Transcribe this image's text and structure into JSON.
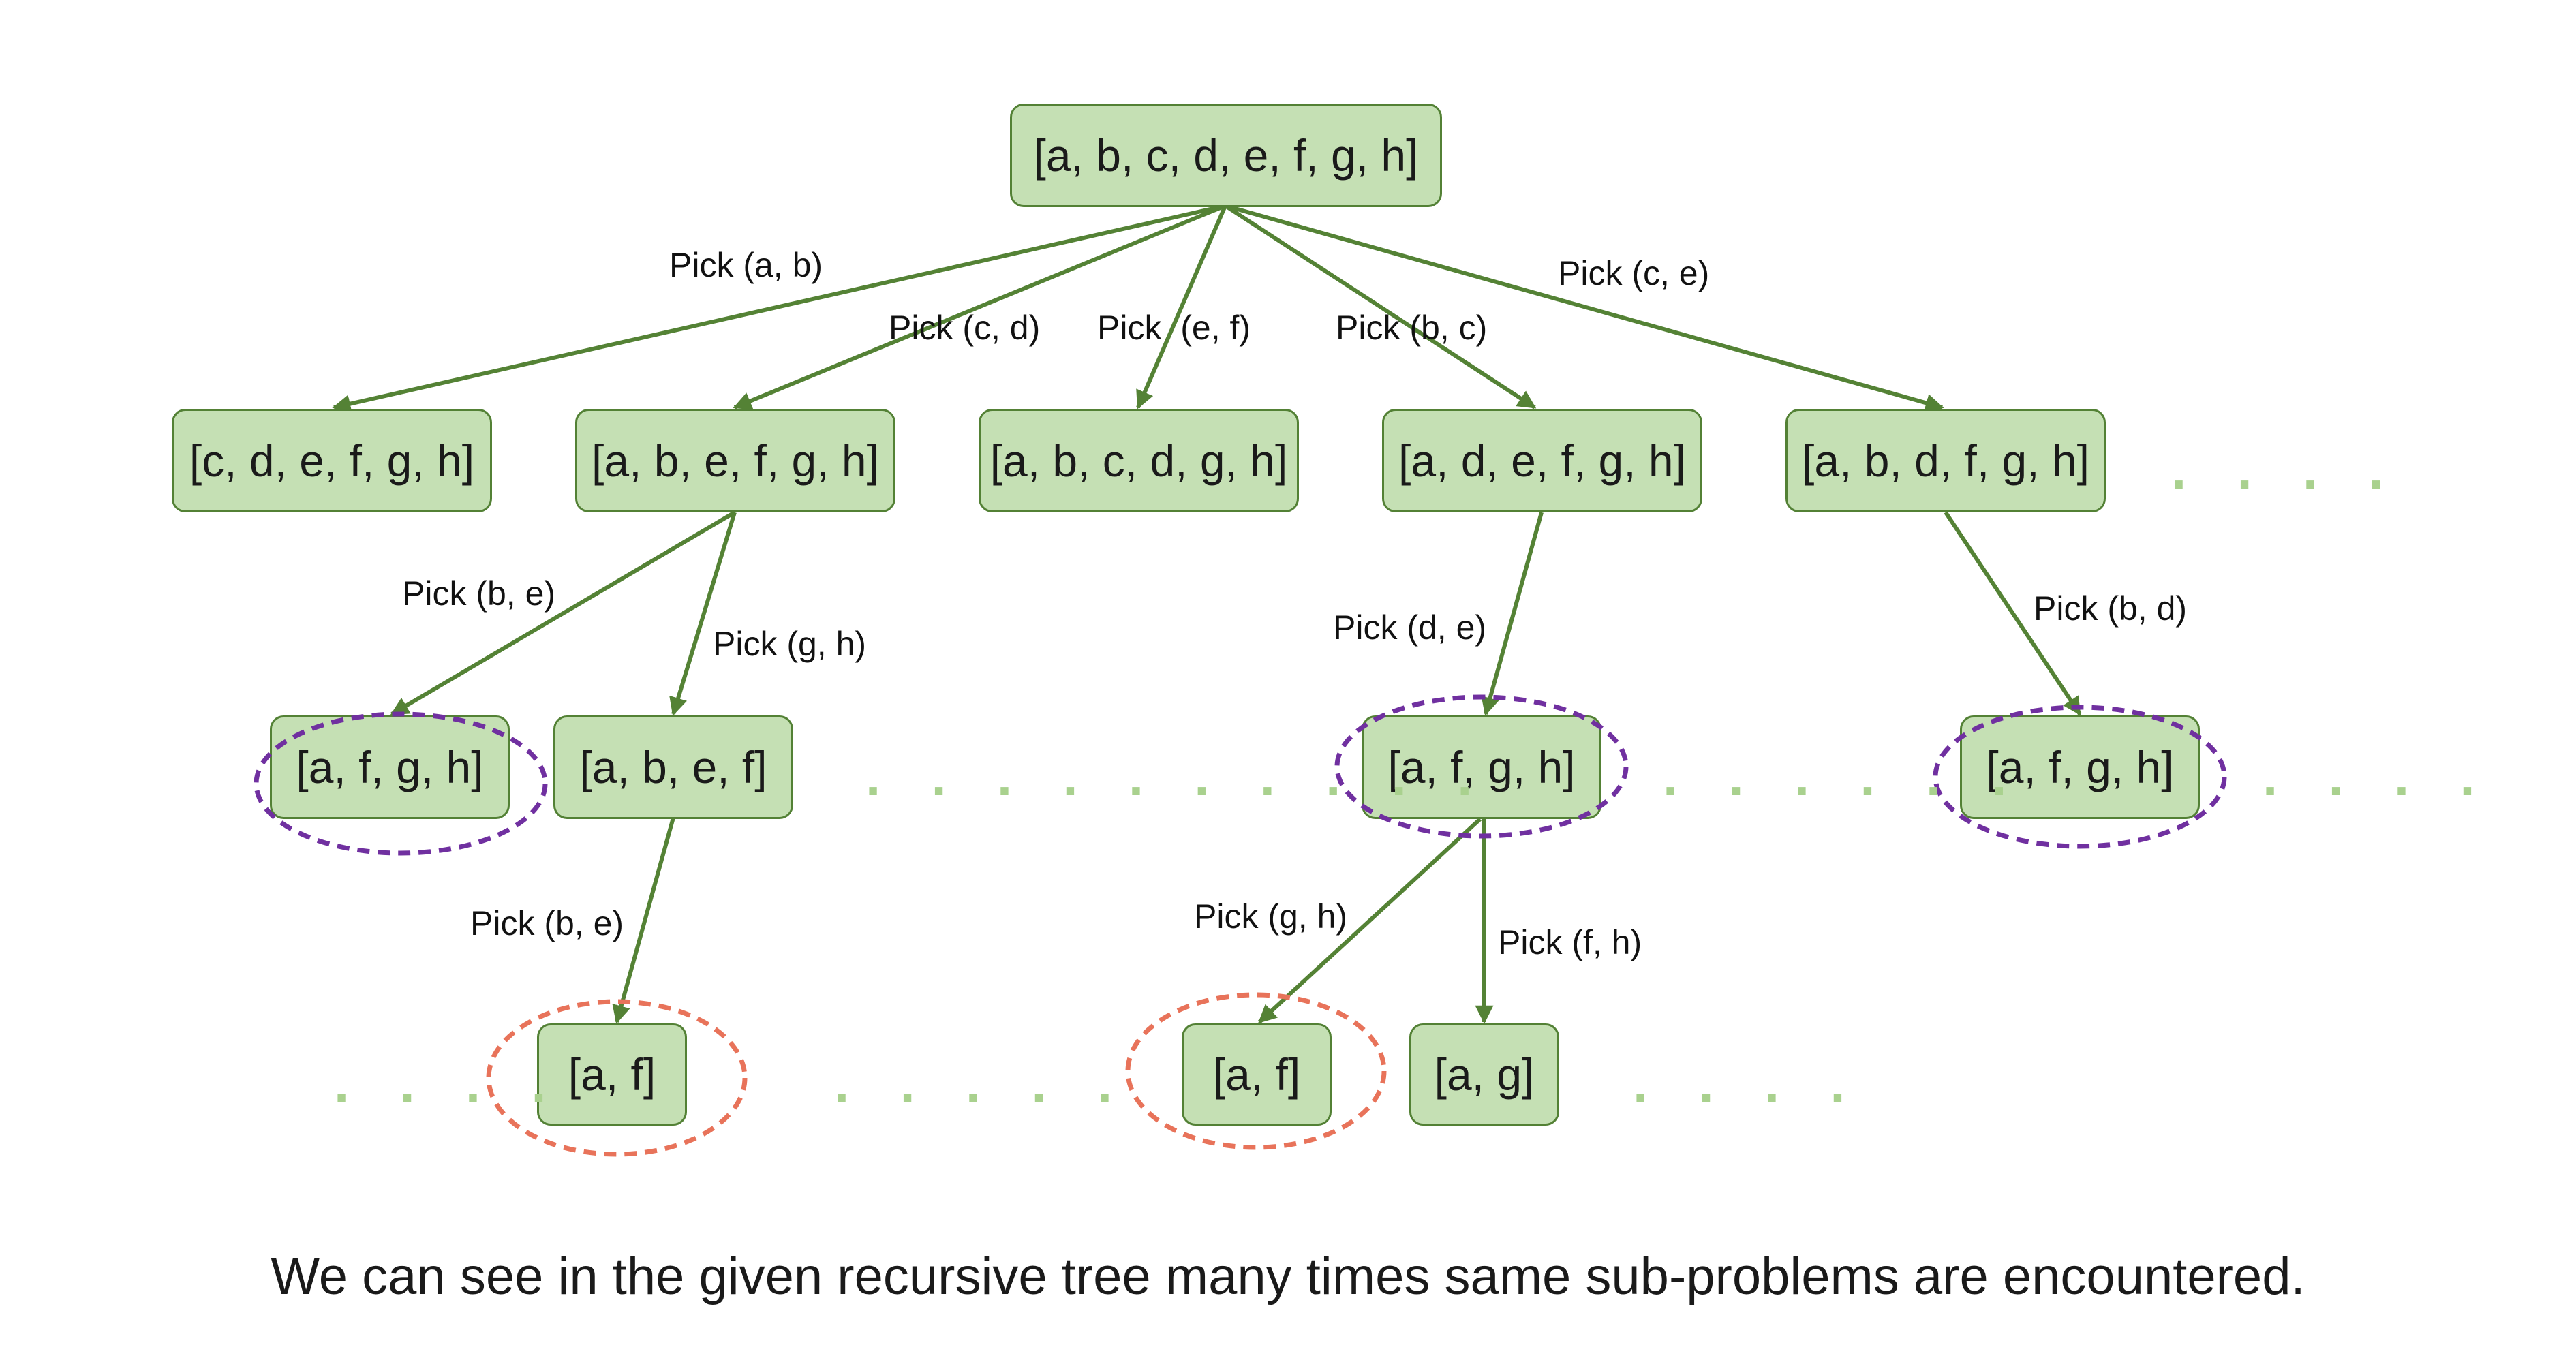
{
  "nodes": {
    "root": "[a, b, c, d, e, f, g, h]",
    "l1_1": "[c, d, e, f, g, h]",
    "l1_2": "[a, b, e, f, g, h]",
    "l1_3": "[a, b, c, d, g, h]",
    "l1_4": "[a, d, e, f, g, h]",
    "l1_5": "[a, b, d, f, g, h]",
    "l2_1": "[a, f, g, h]",
    "l2_2": "[a, b, e, f]",
    "l2_3": "[a, f, g, h]",
    "l2_4": "[a, f, g, h]",
    "l3_1": "[a, f]",
    "l3_2": "[a, f]",
    "l3_3": "[a, g]"
  },
  "edge_labels": {
    "root_l1_1": "Pick (a, b)",
    "root_l1_2": "Pick (c, d)",
    "root_l1_3": "Pick  (e, f)",
    "root_l1_4": "Pick (b, c)",
    "root_l1_5": "Pick (c, e)",
    "l1_2_l2_1": "Pick (b, e)",
    "l1_2_l2_2": "Pick (g, h)",
    "l1_4_l2_3": "Pick (d, e)",
    "l1_5_l2_4": "Pick (b, d)",
    "l2_2_l3_1": "Pick (b, e)",
    "l2_3_l3_2": "Pick (g, h)",
    "l2_3_l3_3": "Pick (f, h)"
  },
  "ellipsis": {
    "row1_right": ". . . .",
    "row2_a": ". . . . . . . . . .",
    "row2_b": ". . . . . .",
    "row2_c": ". . . .",
    "row3_a": ". . . .",
    "row3_b": ". . . . .",
    "row3_c": ". . . ."
  },
  "colors": {
    "node_fill": "#c5e0b4",
    "node_border": "#538135",
    "edge": "#548235",
    "repeated_level2_highlight": "#7030a0",
    "repeated_level3_highlight": "#e8735a",
    "dots": "#a9d18e"
  },
  "caption": "We can see in the given recursive tree many times same sub-problems are encountered."
}
